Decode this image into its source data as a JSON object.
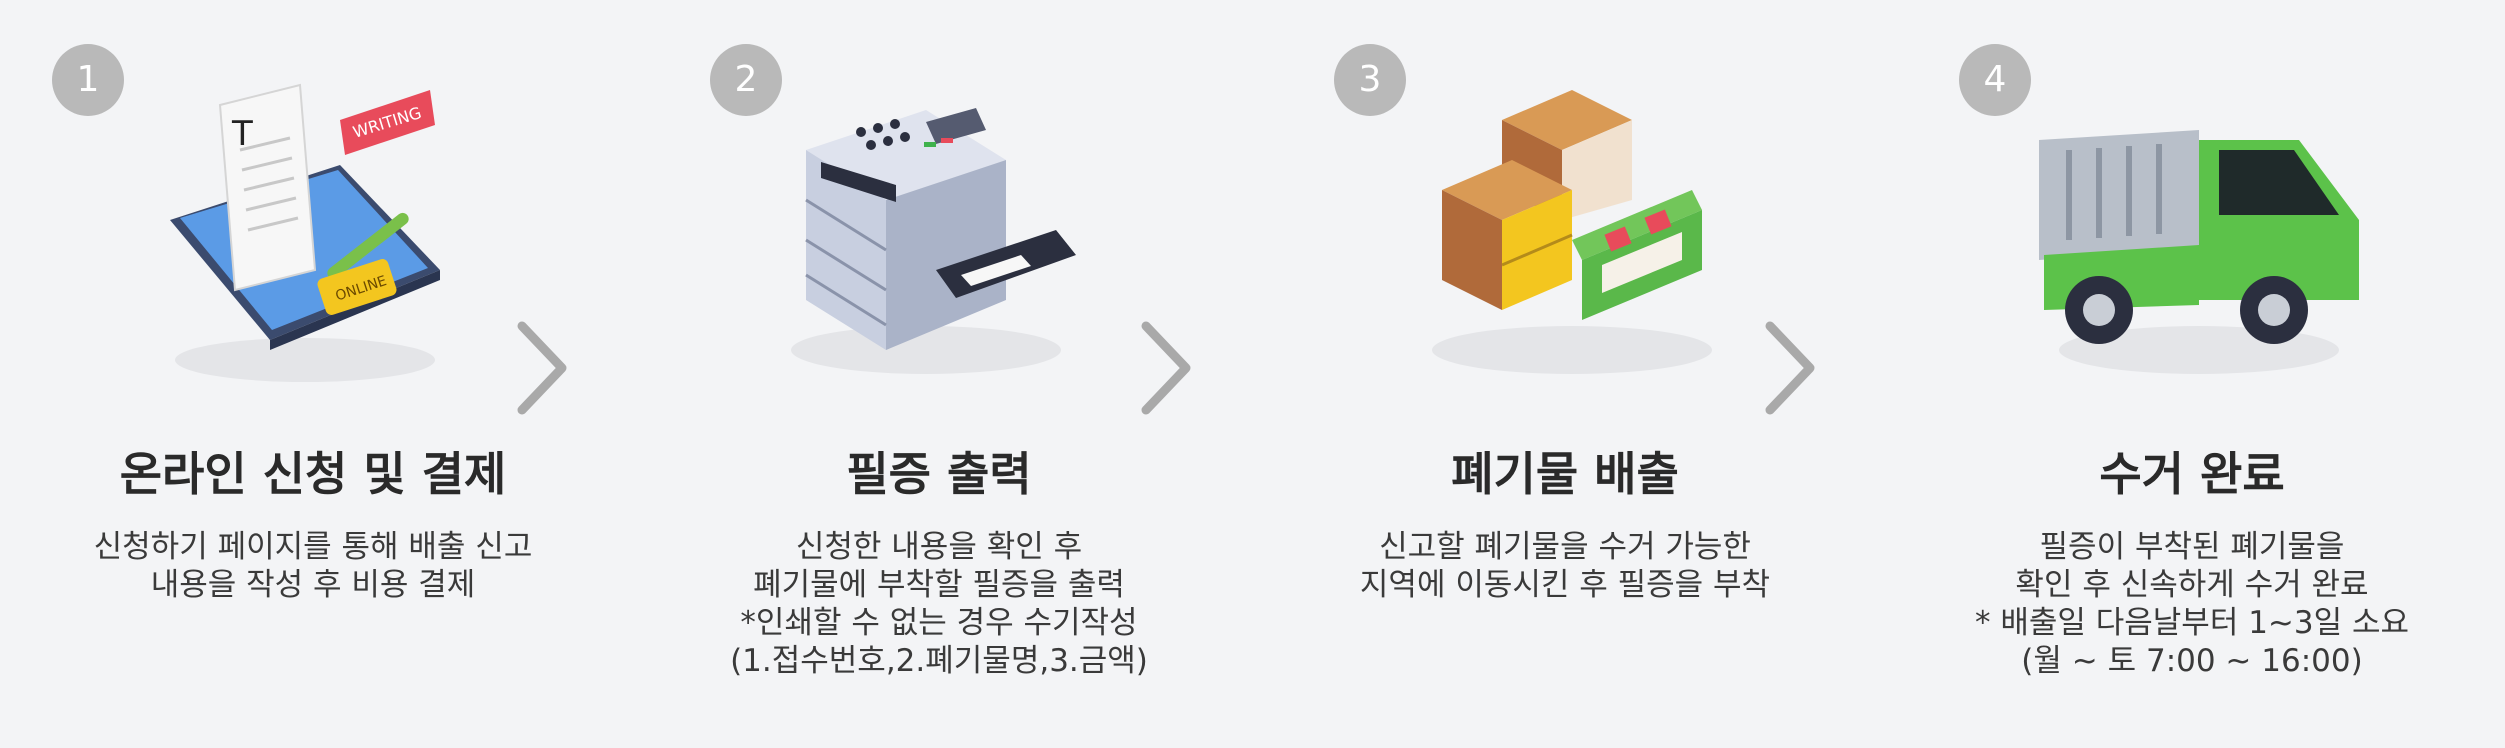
{
  "steps": [
    {
      "number": "1",
      "icon": "online-application-icon",
      "title": "온라인 신청 및 결제",
      "lines": [
        "신청하기 페이지를 통해 배출 신고",
        "내용을 작성 후 비용 결제"
      ],
      "illustration_labels": {
        "doc_letter": "T",
        "tag": "WRITING",
        "button": "ONLINE"
      }
    },
    {
      "number": "2",
      "icon": "printer-icon",
      "title": "필증 출력",
      "lines": [
        "신청한 내용을 확인 후",
        "폐기물에 부착할 필증을 출력",
        "*인쇄할 수 없는 경우 수기작성",
        "(1.접수번호,2.폐기물명,3.금액)"
      ]
    },
    {
      "number": "3",
      "icon": "furniture-icon",
      "title": "폐기물 배출",
      "lines": [
        "신고할 폐기물을 수거 가능한",
        "지역에 이동시킨 후 필증을 부착"
      ]
    },
    {
      "number": "4",
      "icon": "truck-icon",
      "title": "수거 완료",
      "lines": [
        "필증이 부착된 폐기물을",
        "확인 후 신속하게 수거 완료",
        "* 배출일 다음날부터 1~3일 소요",
        "(월 ~ 토 7:00 ~ 16:00)"
      ]
    }
  ],
  "colors": {
    "badge": "#b9b9b9",
    "arrow": "#a9a9a9",
    "truck": "#5cc24a",
    "background": "#f3f4f6"
  }
}
